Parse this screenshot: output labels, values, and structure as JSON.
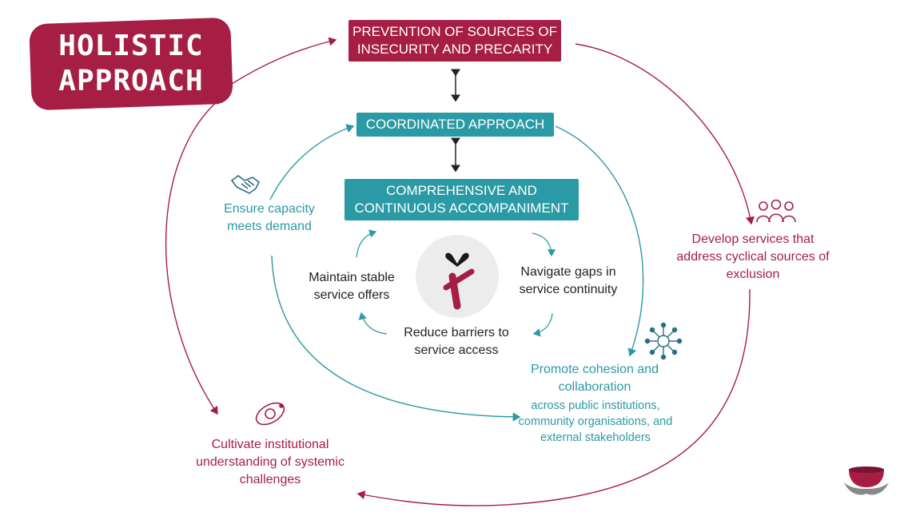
{
  "title": "HOLISTIC APPROACH",
  "boxes": {
    "prevention": "PREVENTION OF SOURCES OF INSECURITY AND PRECARITY",
    "coordinated": "COORDINATED APPROACH",
    "comprehensive": "COMPREHENSIVE AND CONTINUOUS ACCOMPANIMENT"
  },
  "inner_cycle": {
    "maintain": "Maintain stable service offers",
    "navigate": "Navigate gaps in service continuity",
    "reduce": "Reduce barriers to service access"
  },
  "teal_cycle": {
    "ensure": "Ensure capacity meets demand",
    "promote_title": "Promote cohesion and collaboration",
    "promote_detail": "across public institutions, community organisations, and external stakeholders"
  },
  "outer_cycle": {
    "develop": "Develop services that address cyclical sources of exclusion",
    "cultivate": "Cultivate institutional understanding of systemic challenges"
  },
  "center_logo": "i",
  "colors": {
    "red": "#a61e43",
    "teal": "#2a9aa4",
    "dark": "#222222",
    "circle": "#ececec"
  },
  "icons": [
    "handshake-icon",
    "people-icon",
    "network-icon",
    "orbit-icon",
    "bowl-hands-icon",
    "center-logo-icon"
  ]
}
